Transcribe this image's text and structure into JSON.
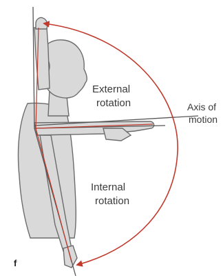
{
  "labels": {
    "external_line1": "External",
    "external_line2": "rotation",
    "internal_line1": "Internal",
    "internal_line2": "rotation",
    "axis_line1": "Axis of",
    "axis_line2": "motion",
    "panel": "f"
  },
  "colors": {
    "arc": "#c0392b",
    "line": "#555555",
    "skin": "#d9d9d9",
    "outline": "#6b6b6b"
  }
}
